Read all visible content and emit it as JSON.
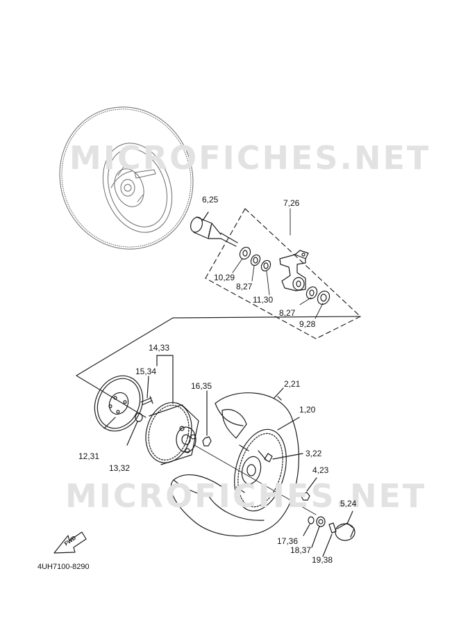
{
  "watermark": "MICROFICHES.NET",
  "callouts": {
    "c_6_25": "6,25",
    "c_7_26": "7,26",
    "c_10_29": "10,29",
    "c_8_27a": "8,27",
    "c_11_30": "11,30",
    "c_8_27b": "8,27",
    "c_9_28": "9,28",
    "c_14_33": "14,33",
    "c_15_34": "15,34",
    "c_16_35": "16,35",
    "c_2_21": "2,21",
    "c_1_20": "1,20",
    "c_3_22": "3,22",
    "c_4_23": "4,23",
    "c_12_31": "12,31",
    "c_13_32": "13,32",
    "c_5_24": "5,24",
    "c_17_36": "17,36",
    "c_18_37": "18,37",
    "c_19_38": "19,38"
  },
  "fwd_label": "FWD",
  "drawing_code": "4UH7100-8290"
}
